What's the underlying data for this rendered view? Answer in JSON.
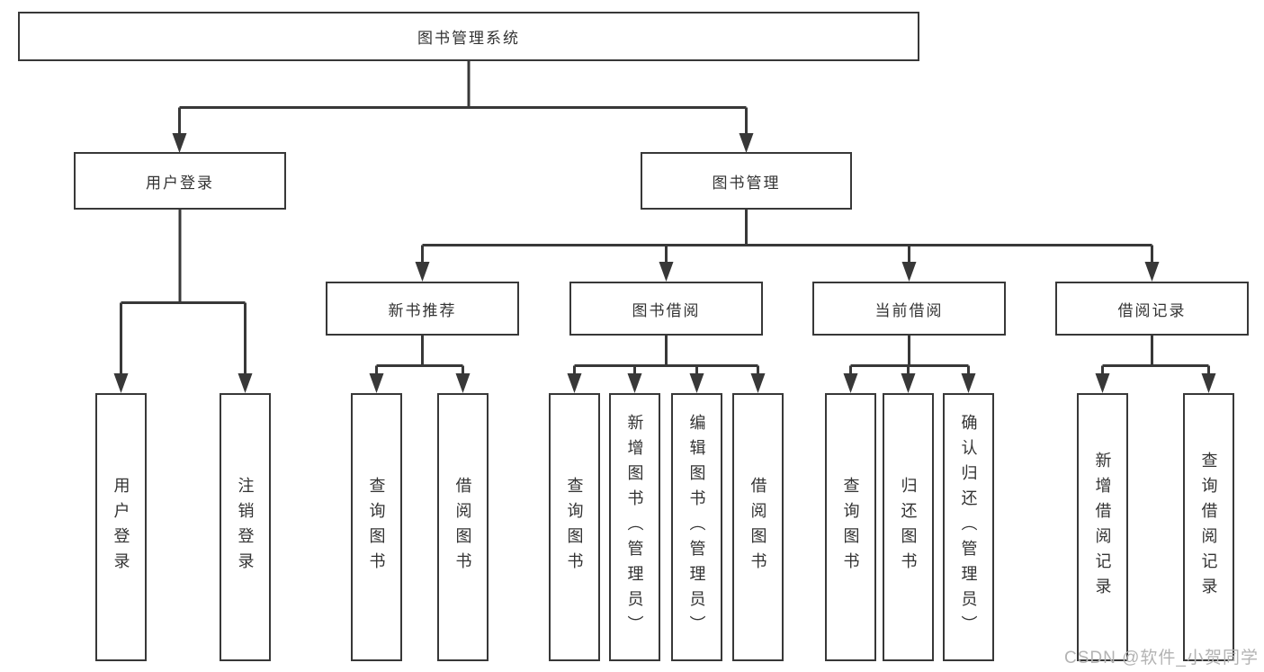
{
  "colors": {
    "background": "#ffffff",
    "line": "#383838",
    "box_border": "#383838",
    "text": "#333333",
    "watermark": "#b3b3b3"
  },
  "diagram": {
    "root": {
      "label": "图书管理系统"
    },
    "level2": [
      {
        "label": "用户登录"
      },
      {
        "label": "图书管理"
      }
    ],
    "level3": [
      {
        "label": "新书推荐",
        "parent": "图书管理"
      },
      {
        "label": "图书借阅",
        "parent": "图书管理"
      },
      {
        "label": "当前借阅",
        "parent": "图书管理"
      },
      {
        "label": "借阅记录",
        "parent": "图书管理"
      }
    ],
    "leaves": [
      {
        "label": "用户登录",
        "parent": "用户登录"
      },
      {
        "label": "注销登录",
        "parent": "用户登录"
      },
      {
        "label": "查询图书",
        "parent": "新书推荐"
      },
      {
        "label": "借阅图书",
        "parent": "新书推荐"
      },
      {
        "label": "查询图书",
        "parent": "图书借阅"
      },
      {
        "label": "新增图书（管理员）",
        "parent": "图书借阅"
      },
      {
        "label": "编辑图书（管理员）",
        "parent": "图书借阅"
      },
      {
        "label": "借阅图书",
        "parent": "图书借阅"
      },
      {
        "label": "查询图书",
        "parent": "当前借阅"
      },
      {
        "label": "归还图书",
        "parent": "当前借阅"
      },
      {
        "label": "确认归还（管理员）",
        "parent": "当前借阅"
      },
      {
        "label": "新增借阅记录",
        "parent": "借阅记录"
      },
      {
        "label": "查询借阅记录",
        "parent": "借阅记录"
      }
    ]
  },
  "watermark": {
    "text": "CSDN @软件_小贺同学"
  }
}
